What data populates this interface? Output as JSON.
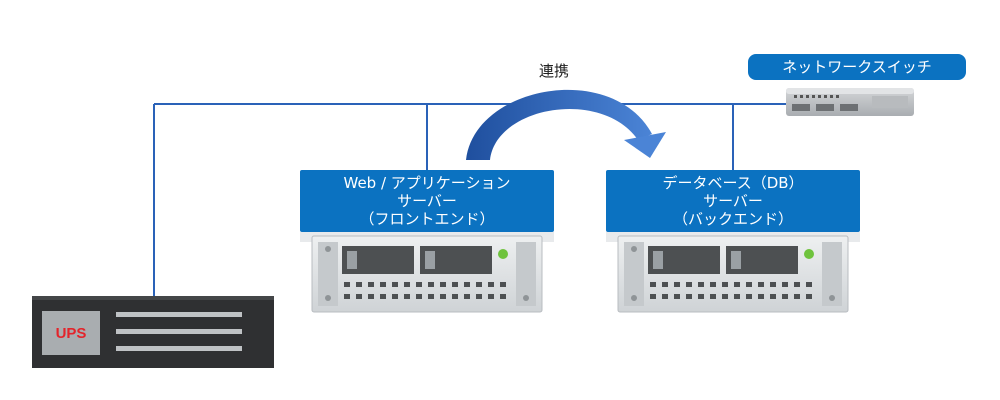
{
  "switch": {
    "label": "ネットワークスイッチ"
  },
  "link": {
    "label": "連携"
  },
  "web_server": {
    "line1": "Web / アプリケーション",
    "line2": "サーバー",
    "line3": "（フロントエンド）"
  },
  "db_server": {
    "line1": "データベース（DB）",
    "line2": "サーバー",
    "line3": "（バックエンド）"
  },
  "ups": {
    "label": "UPS"
  },
  "colors": {
    "label_bg": "#0b72c1",
    "line": "#2a62b8",
    "arrow": "#2a5db0",
    "ups_text": "#e3242b"
  }
}
